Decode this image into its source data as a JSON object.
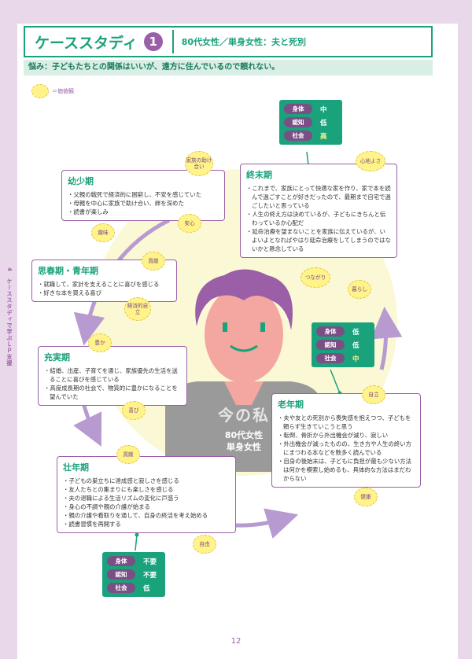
{
  "header": {
    "title": "ケーススタディ",
    "number": "1",
    "subtitle": "80代女性／単身女性：夫と死別"
  },
  "worry": "悩み：子どもたちとの関係はいいが、遠方に住んでいるので頼れない。",
  "legend": {
    "label": "＝価値観"
  },
  "side_tab": "4　ケーススタディで学ぶＬＰ支援",
  "colors": {
    "green": "#1aa27c",
    "purple": "#9b5fa8",
    "yellow": "#fff38a"
  },
  "figure": {
    "caption": "今の私",
    "desc1": "80代女性",
    "desc2": "単身女性"
  },
  "stages": {
    "youth": {
      "title": "幼少期",
      "items": [
        "父親の戦死で経済的に困窮し、不安を感じていた",
        "母親を中心に家族で助け合い、絆を深めた",
        "読書が楽しみ"
      ]
    },
    "adolescence": {
      "title": "思春期・青年期",
      "items": [
        "就職して、家計を支えることに喜びを感じる",
        "好きな本を買える喜び"
      ]
    },
    "prime": {
      "title": "充実期",
      "items": [
        "結婚、出産、子育てを通じ、家族優先の生活を送ることに喜びを感じている",
        "高度成長期の社会で、物質的に豊かになることを望んでいた"
      ]
    },
    "middle": {
      "title": "壮年期",
      "items": [
        "子どもの巣立ちに達成感と寂しさを感じる",
        "友人たちとの集まりにも楽しさを感じる",
        "夫の退職による生活リズムの変化に戸惑う",
        "身心の不調や親の介護が始まる",
        "親の介護や看取りを通して、自身の終活を考え始める",
        "読書習慣を再開する"
      ]
    },
    "elder": {
      "title": "老年期",
      "items": [
        "夫や友との死別から喪失感を抱えつつ、子どもを頼らず生きていこうと思う",
        "転倒、骨折から外出機会が減り、寂しい",
        "外出機会が減ったものの、生き方や人生の終い方にまつわる本などを数多く読んでいる",
        "自身の後始末は、子どもに負担が最も少ない方法は何かを模索し始めるも、具体的な方法はまだわからない"
      ]
    },
    "final": {
      "title": "終末期",
      "items": [
        "これまで、家族にとって快適な家を作り、家で本を読んで過ごすことが好きだったので、最期まで自宅で過ごしたいと思っている",
        "人生の終え方は決めているが、子どもにきちんと伝わっているか心配だ",
        "延命治療を望まないことを家族に伝えているが、いよいよとなればやはり延命治療をしてしまうのではないかと懸念している"
      ]
    }
  },
  "values": {
    "family_help": "家族の助け合い",
    "anshin": "安心",
    "shumi": "趣味",
    "kouken": "貢献",
    "keizai": "経済的自立",
    "yutaka": "豊か",
    "yorokobi": "喜び",
    "kouken2": "貢献",
    "jiyu": "自由",
    "kenkou": "健康",
    "jiritsu": "自立",
    "kokochi": "心地よさ",
    "tsunagari": "つながり",
    "kurashi": "暮らし"
  },
  "status_top": [
    {
      "label": "身体",
      "value": "中",
      "highlight": false
    },
    {
      "label": "認知",
      "value": "低",
      "highlight": false
    },
    {
      "label": "社会",
      "value": "高",
      "highlight": true
    }
  ],
  "status_mid": [
    {
      "label": "身体",
      "value": "低",
      "highlight": false
    },
    {
      "label": "認知",
      "value": "低",
      "highlight": false
    },
    {
      "label": "社会",
      "value": "中",
      "highlight": true
    }
  ],
  "status_bottom": [
    {
      "label": "身体",
      "value": "不要",
      "highlight": false
    },
    {
      "label": "認知",
      "value": "不要",
      "highlight": false
    },
    {
      "label": "社会",
      "value": "低",
      "highlight": false
    }
  ],
  "page_number": "12"
}
